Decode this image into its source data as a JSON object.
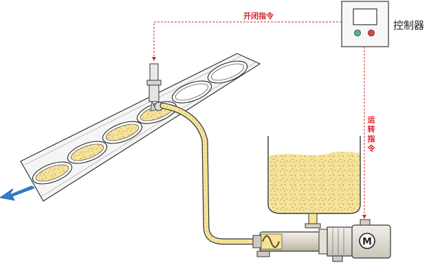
{
  "labels": {
    "open_close_command": "开闭指令",
    "run_command": "运转指令",
    "controller": "控制器"
  },
  "motor": {
    "symbol": "M"
  },
  "colors": {
    "signal_line": "#d8202a",
    "material_fill": "#f6e39a",
    "belt_fill": "#f4f4f4",
    "flow_arrow": "#2f7fd1",
    "controller_led_green": "#4fb89a",
    "controller_led_red": "#e0443a"
  },
  "icons": {
    "flow_direction": "arrow-down-left-icon",
    "motor": "motor-m-icon"
  }
}
